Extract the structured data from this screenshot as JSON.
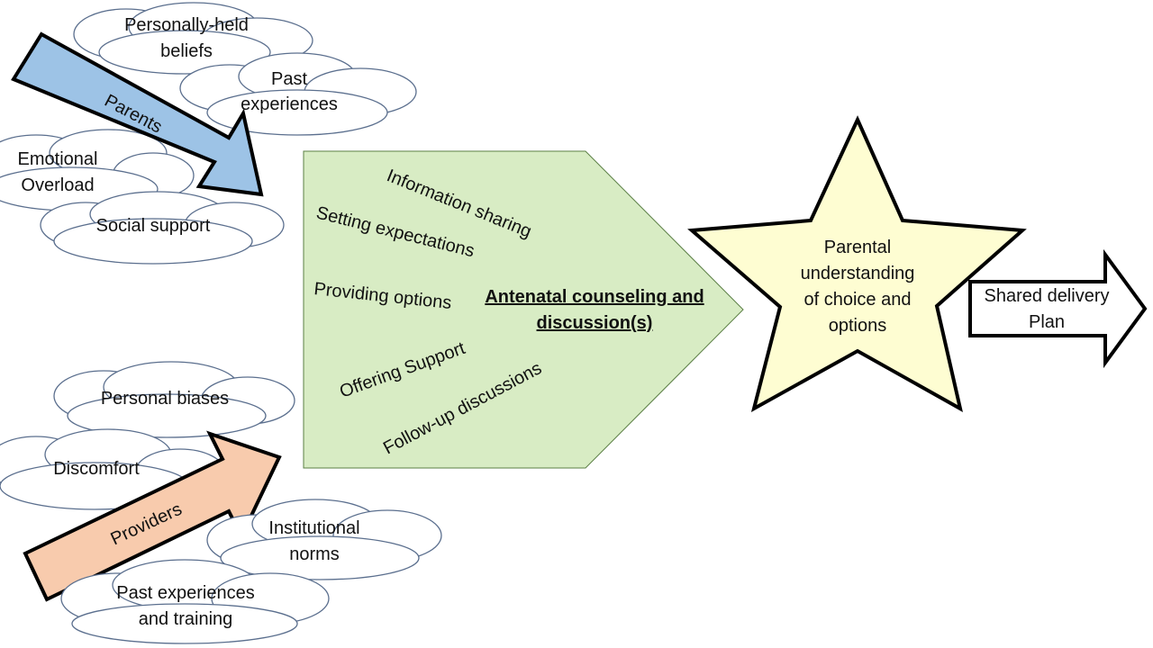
{
  "parents_group": {
    "arrow_label": "Parents",
    "clouds": {
      "personally_held_beliefs": [
        "Personally-held",
        "beliefs"
      ],
      "past_experiences": [
        "Past",
        "experiences"
      ],
      "emotional_overload": [
        "Emotional",
        "Overload"
      ],
      "social_support": [
        "Social support"
      ]
    }
  },
  "providers_group": {
    "arrow_label": "Providers",
    "clouds": {
      "personal_biases": [
        "Personal biases"
      ],
      "discomfort": [
        "Discomfort"
      ],
      "institutional_norms": [
        "Institutional",
        "norms"
      ],
      "past_experiences_training": [
        "Past experiences",
        "and training"
      ]
    }
  },
  "counseling": {
    "title": [
      "Antenatal counseling and",
      "discussion(s)"
    ],
    "items": {
      "information_sharing": "Information sharing",
      "setting_expectations": "Setting expectations",
      "providing_options": "Providing options",
      "offering_support": "Offering Support",
      "followup_discussions": "Follow-up discussions"
    }
  },
  "outcome_star": [
    "Parental",
    "understanding",
    "of choice and",
    "options"
  ],
  "final_arrow": [
    "Shared delivery",
    "Plan"
  ],
  "colors": {
    "parents_arrow": "#9dc3e6",
    "providers_arrow": "#f8cbad",
    "counseling_shape": "#d8ecc4",
    "star": "#fefdd2",
    "cloud_outline": "#5b6f8e"
  }
}
